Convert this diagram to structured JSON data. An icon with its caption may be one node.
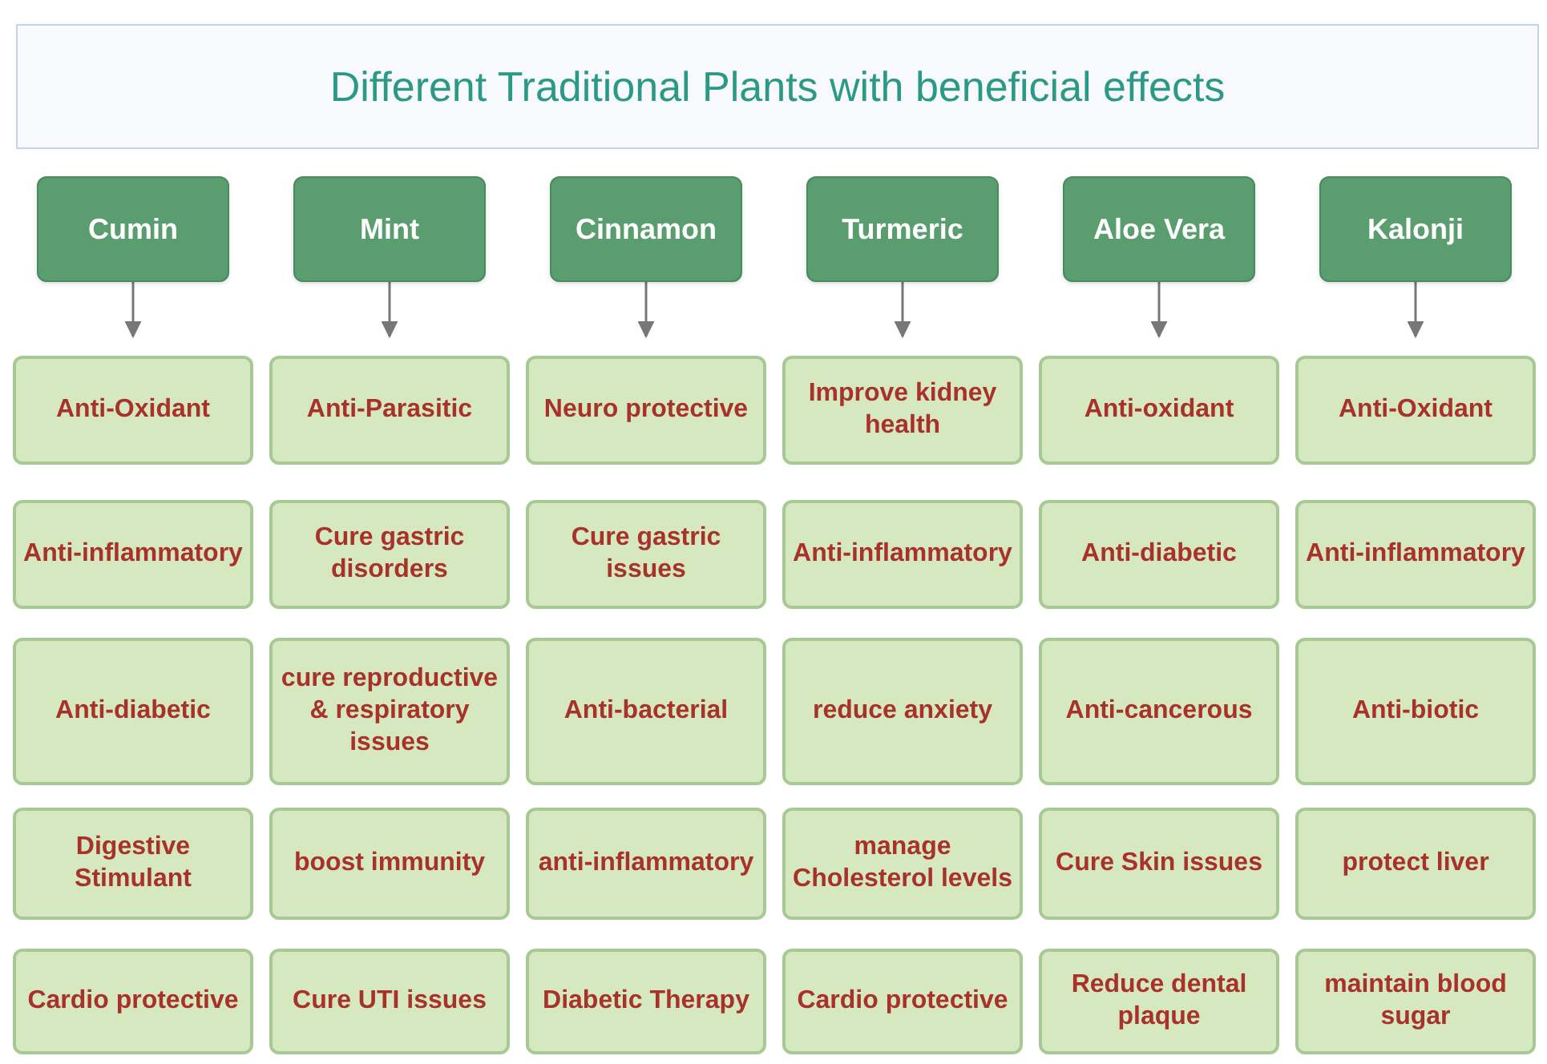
{
  "diagram": {
    "title": "Different Traditional Plants with beneficial effects",
    "nodes": [
      {
        "text": [
          "Cumin"
        ]
      },
      {
        "text": [
          "Mint"
        ]
      },
      {
        "text": [
          "Cinnamon"
        ]
      },
      {
        "text": [
          "Turmeric"
        ]
      },
      {
        "text": [
          "Aloe Vera"
        ]
      },
      {
        "text": [
          "Kalonji"
        ]
      },
      {
        "text": [
          "Anti-Oxidant"
        ]
      },
      {
        "text": [
          "Anti-Parasitic"
        ]
      },
      {
        "text": [
          "Neuro protective"
        ]
      },
      {
        "text": [
          "Improve kidney health"
        ]
      },
      {
        "text": [
          "Anti-oxidant"
        ]
      },
      {
        "text": [
          "Anti-Oxidant"
        ]
      },
      {
        "text": [
          "Anti-inflammatory"
        ]
      },
      {
        "text": [
          "Cure gastric disorders"
        ]
      },
      {
        "text": [
          "Cure gastric issues"
        ]
      },
      {
        "text": [
          "Anti-inflammatory"
        ]
      },
      {
        "text": [
          "Anti-diabetic"
        ]
      },
      {
        "text": [
          "Anti-inflammatory"
        ]
      },
      {
        "text": [
          "Anti-diabetic"
        ]
      },
      {
        "text": [
          "cure reproductive & respiratory issues"
        ]
      },
      {
        "text": [
          "Anti-bacterial"
        ]
      },
      {
        "text": [
          "reduce anxiety"
        ]
      },
      {
        "text": [
          "Anti-cancerous"
        ]
      },
      {
        "text": [
          "Anti-biotic"
        ]
      },
      {
        "text": [
          "Digestive Stimulant"
        ]
      },
      {
        "text": [
          "boost immunity"
        ]
      },
      {
        "text": [
          "anti-inflammatory"
        ]
      },
      {
        "text": [
          "manage Cholesterol levels"
        ]
      },
      {
        "text": [
          "Cure Skin issues"
        ]
      },
      {
        "text": [
          "protect liver"
        ]
      },
      {
        "text": [
          "Cardio protective"
        ]
      },
      {
        "text": [
          "Cure UTI issues"
        ]
      },
      {
        "text": [
          "Diabetic Therapy"
        ]
      },
      {
        "text": [
          "Cardio protective"
        ]
      },
      {
        "text": [
          "Reduce dental plaque"
        ]
      },
      {
        "text": [
          "maintain blood sugar"
        ]
      }
    ],
    "edges": [
      {
        "from": 0,
        "to": 6,
        "arrow": "to"
      },
      {
        "from": 1,
        "to": 7,
        "arrow": "to"
      },
      {
        "from": 2,
        "to": 8,
        "arrow": "to"
      },
      {
        "from": 3,
        "to": 9,
        "arrow": "to"
      },
      {
        "from": 4,
        "to": 10,
        "arrow": "to"
      },
      {
        "from": 5,
        "to": 11,
        "arrow": "to"
      }
    ]
  }
}
